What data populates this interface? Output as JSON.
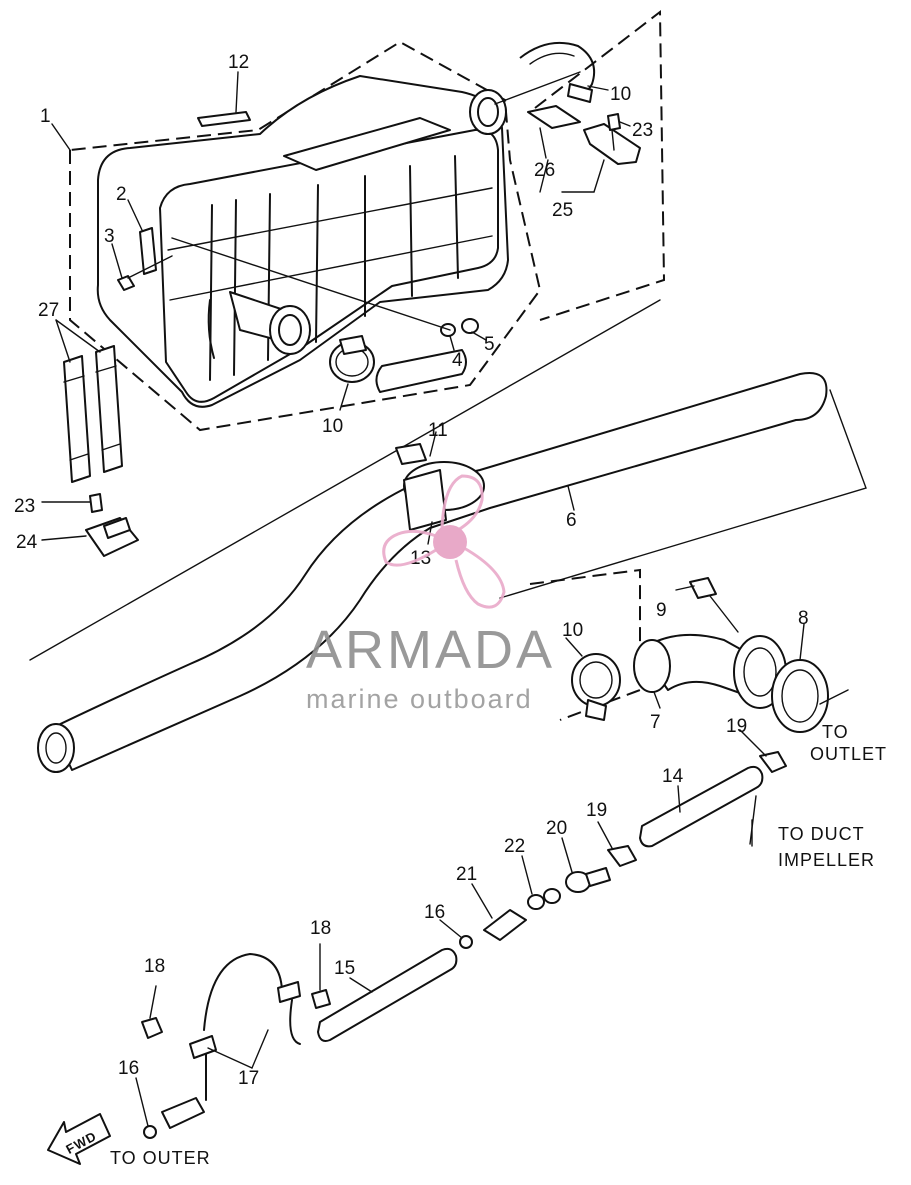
{
  "callouts": [
    {
      "id": "c1",
      "text": "1"
    },
    {
      "id": "c2",
      "text": "2"
    },
    {
      "id": "c3",
      "text": "3"
    },
    {
      "id": "c4",
      "text": "4"
    },
    {
      "id": "c5",
      "text": "5"
    },
    {
      "id": "c6",
      "text": "6"
    },
    {
      "id": "c7",
      "text": "7"
    },
    {
      "id": "c8",
      "text": "8"
    },
    {
      "id": "c9",
      "text": "9"
    },
    {
      "id": "c10a",
      "text": "10"
    },
    {
      "id": "c10b",
      "text": "10"
    },
    {
      "id": "c10c",
      "text": "10"
    },
    {
      "id": "c11",
      "text": "11"
    },
    {
      "id": "c12",
      "text": "12"
    },
    {
      "id": "c13",
      "text": "13"
    },
    {
      "id": "c14",
      "text": "14"
    },
    {
      "id": "c15",
      "text": "15"
    },
    {
      "id": "c16a",
      "text": "16"
    },
    {
      "id": "c16b",
      "text": "16"
    },
    {
      "id": "c17",
      "text": "17"
    },
    {
      "id": "c18a",
      "text": "18"
    },
    {
      "id": "c18b",
      "text": "18"
    },
    {
      "id": "c19a",
      "text": "19"
    },
    {
      "id": "c19b",
      "text": "19"
    },
    {
      "id": "c20",
      "text": "20"
    },
    {
      "id": "c21",
      "text": "21"
    },
    {
      "id": "c22",
      "text": "22"
    },
    {
      "id": "c23a",
      "text": "23"
    },
    {
      "id": "c23b",
      "text": "23"
    },
    {
      "id": "c24",
      "text": "24"
    },
    {
      "id": "c25",
      "text": "25"
    },
    {
      "id": "c26",
      "text": "26"
    },
    {
      "id": "c27",
      "text": "27"
    }
  ],
  "notes": {
    "to_outlet_1": "TO",
    "to_outlet_2": "OUTLET",
    "to_duct_1": "TO DUCT",
    "to_duct_2": "IMPELLER",
    "to_outer": "TO OUTER",
    "fwd": "FWD"
  },
  "watermark": {
    "brand": "ARMADA",
    "tagline": "marine outboard",
    "color": "#e9a9c9",
    "hub_color": "#e6a0c3"
  }
}
